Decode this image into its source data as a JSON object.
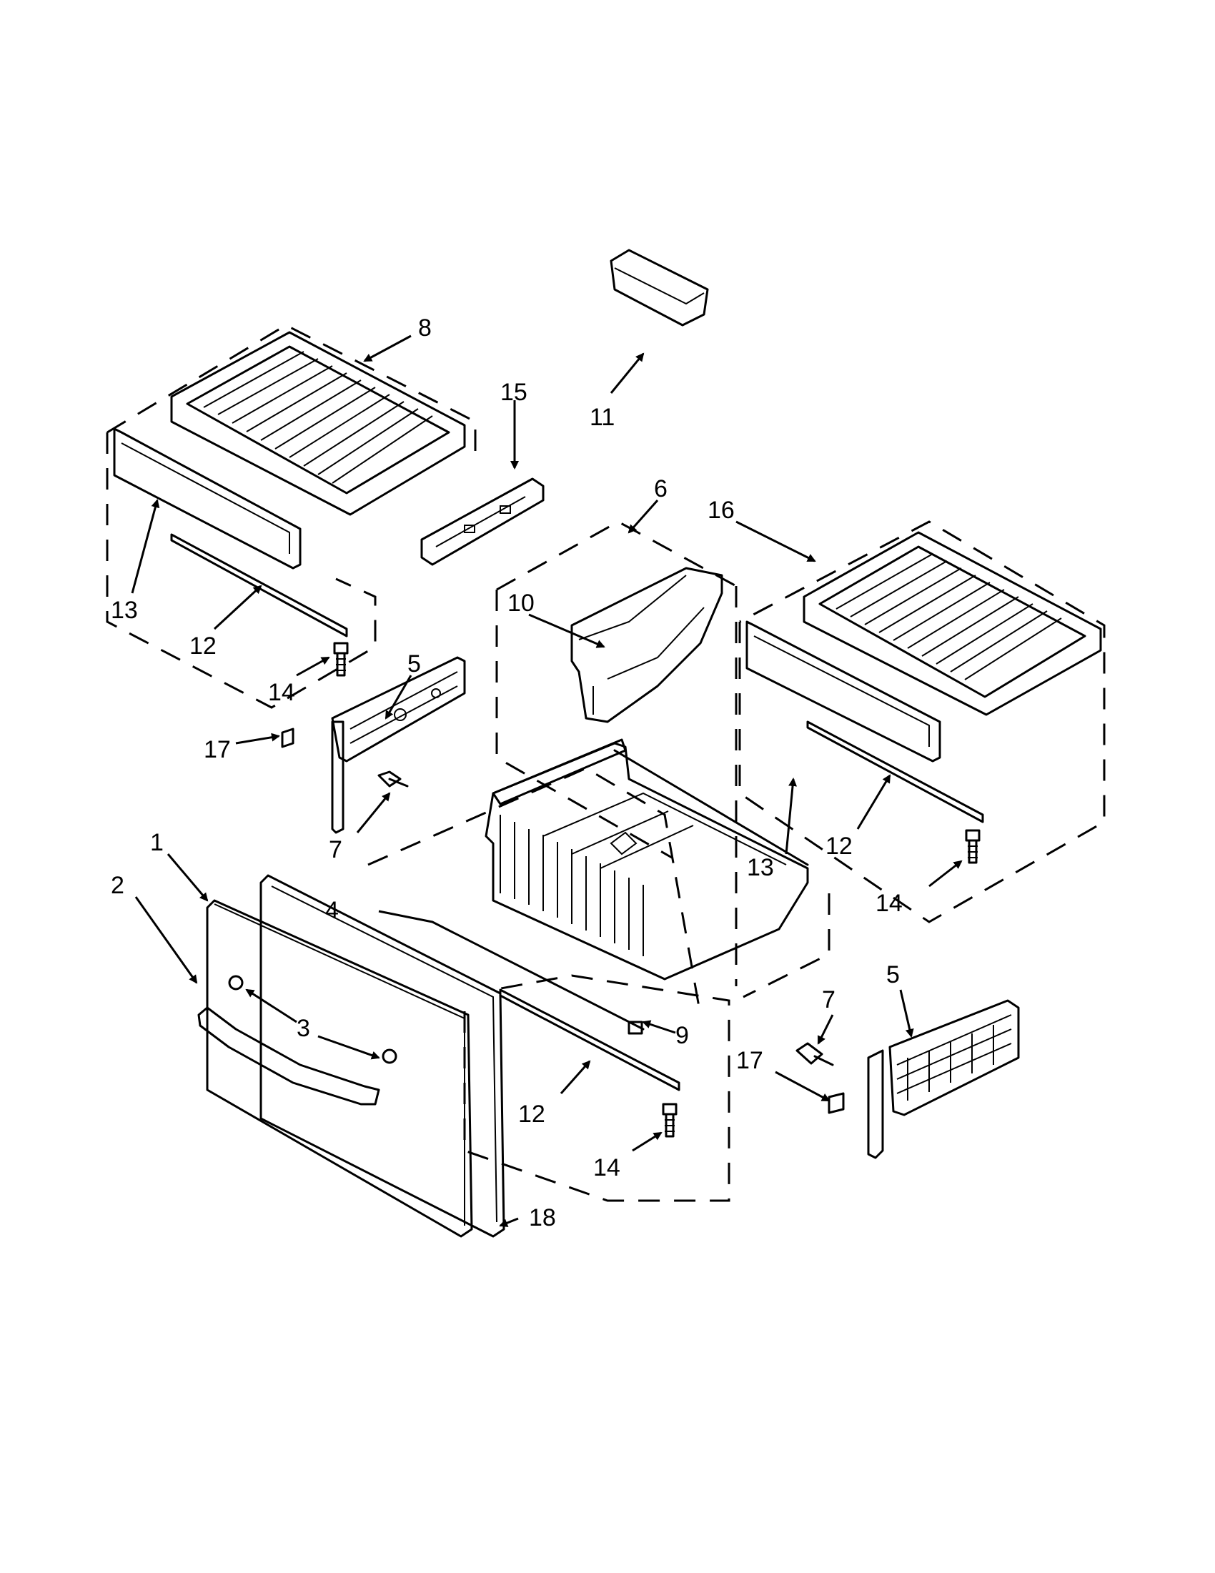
{
  "callouts": {
    "c1": "1",
    "c2": "2",
    "c3": "3",
    "c4": "4",
    "c5a": "5",
    "c5b": "5",
    "c6": "6",
    "c7a": "7",
    "c7b": "7",
    "c8": "8",
    "c9": "9",
    "c10": "10",
    "c11": "11",
    "c12a": "12",
    "c12b": "12",
    "c12c": "12",
    "c13a": "13",
    "c13b": "13",
    "c14a": "14",
    "c14b": "14",
    "c14c": "14",
    "c15": "15",
    "c16": "16",
    "c17a": "17",
    "c17b": "17",
    "c18": "18"
  },
  "colors": {
    "line": "#000000",
    "background": "#ffffff"
  }
}
